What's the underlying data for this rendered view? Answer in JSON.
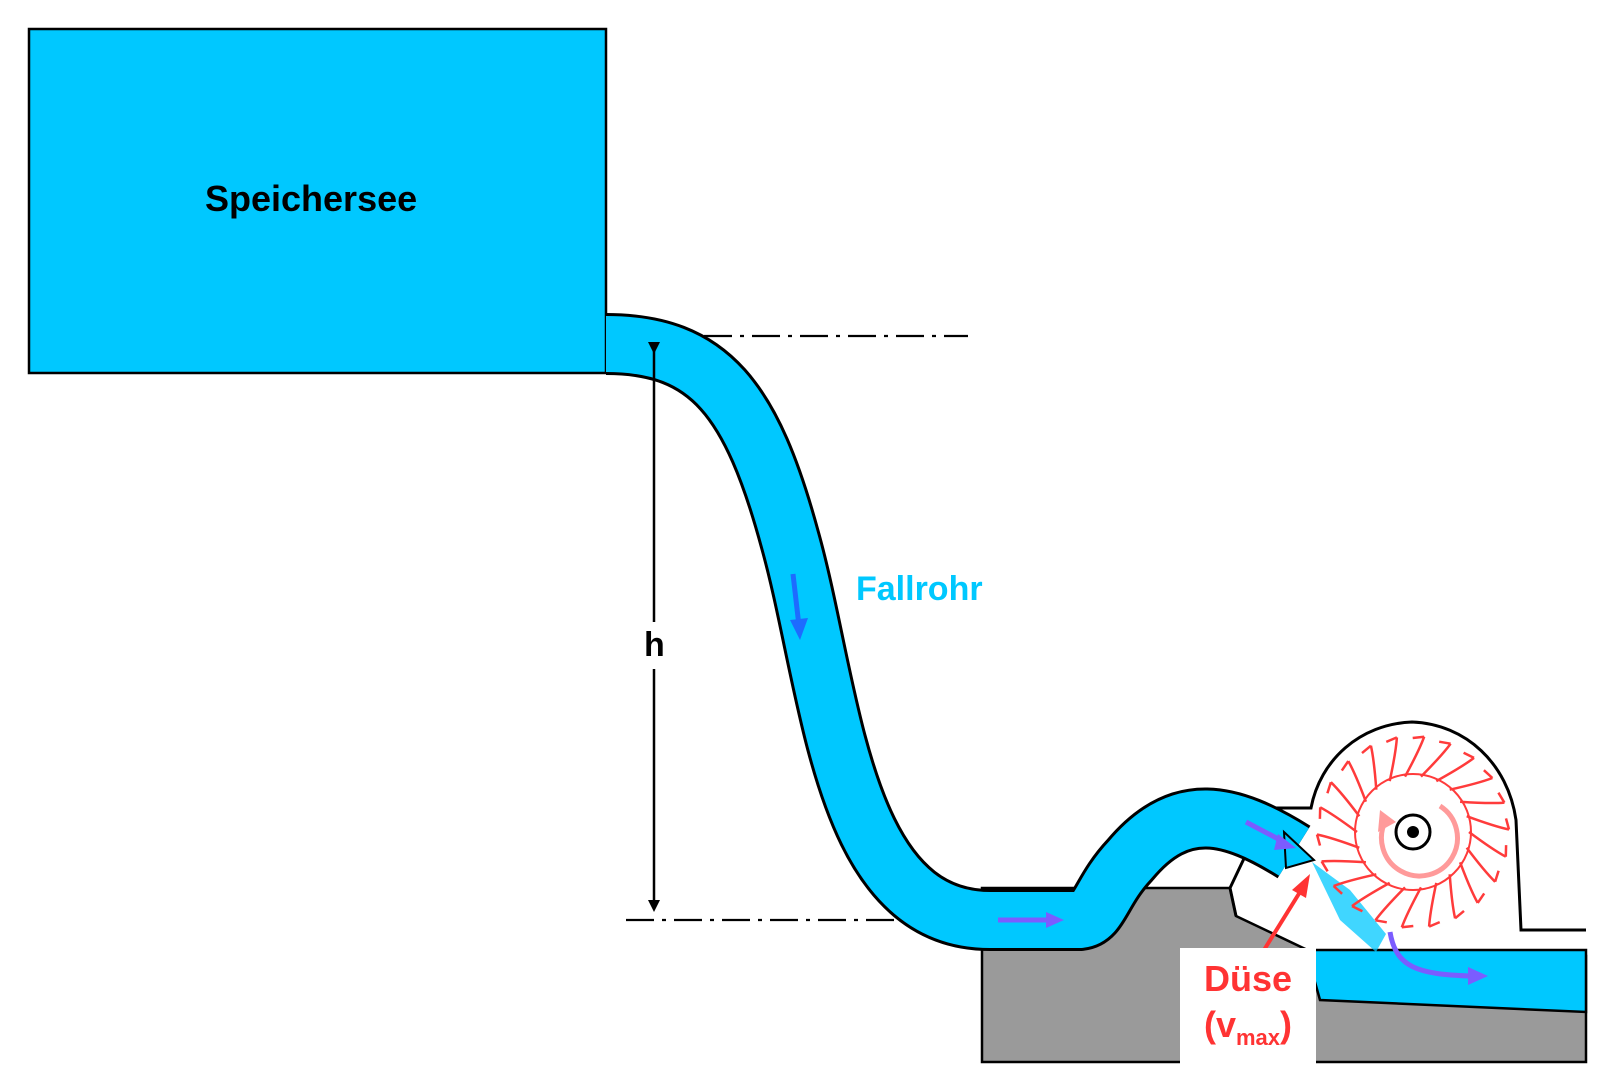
{
  "labels": {
    "reservoir": "Speichersee",
    "penstock": "Fallrohr",
    "height": "h",
    "nozzle": "Düse",
    "vmax_open": "(v",
    "vmax_sub": "max",
    "vmax_close": ")"
  },
  "colors": {
    "water": "#00c8ff",
    "flow_arrow": "#7b5cff",
    "flow_arrow_down": "#1e6bff",
    "turbine": "#ff3b3b",
    "rotation_arrow": "#ff9a9a",
    "ground": "#999999",
    "outline": "#000000",
    "nozzle_text": "#ff3333",
    "penstock_text": "#00c8ff"
  }
}
